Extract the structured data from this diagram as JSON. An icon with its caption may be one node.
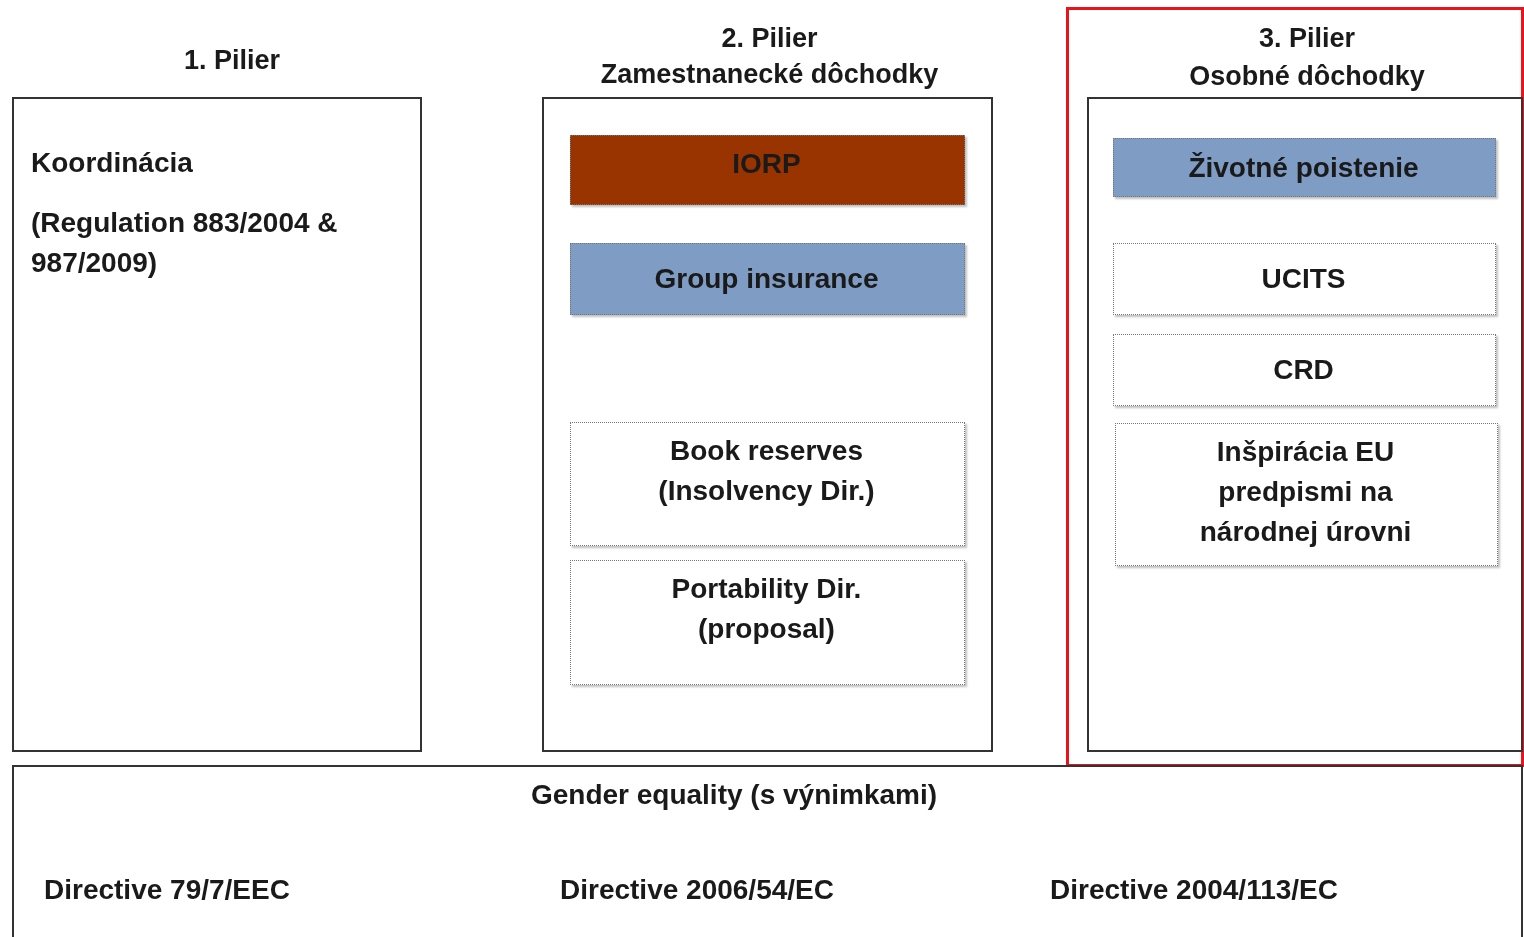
{
  "diagram": {
    "nodes": [
      {
        "text": [
          "1. Pilier",
          "Koordinácia",
          "(Regulation 883/2004 & 987/2009)"
        ]
      },
      {
        "text": [
          "2. Pilier",
          "Zamestnanecké dôchodky"
        ]
      },
      {
        "text": [
          "IORP"
        ],
        "in": 1
      },
      {
        "text": [
          "Group insurance"
        ],
        "in": 1
      },
      {
        "text": [
          "Book reserves (Insolvency Dir.)"
        ],
        "in": 1
      },
      {
        "text": [
          "Portability Dir. (proposal)"
        ],
        "in": 1
      },
      {
        "text": [],
        "shape": "box"
      },
      {
        "text": [
          "3. Pilier",
          "Osobné dôchodky"
        ],
        "in": 6
      },
      {
        "text": [
          "Životné poistenie"
        ],
        "in": 7
      },
      {
        "text": [
          "UCITS"
        ],
        "in": 7
      },
      {
        "text": [
          "CRD"
        ],
        "in": 7
      },
      {
        "text": [
          "Inšpirácia EU predpismi na národnej úrovni"
        ],
        "in": 7
      },
      {
        "text": [
          "Gender equality (s výnimkami)",
          "Directive 79/7/EEC",
          "Directive 2006/54/EC",
          "Directive 2004/113/EC"
        ]
      }
    ]
  }
}
